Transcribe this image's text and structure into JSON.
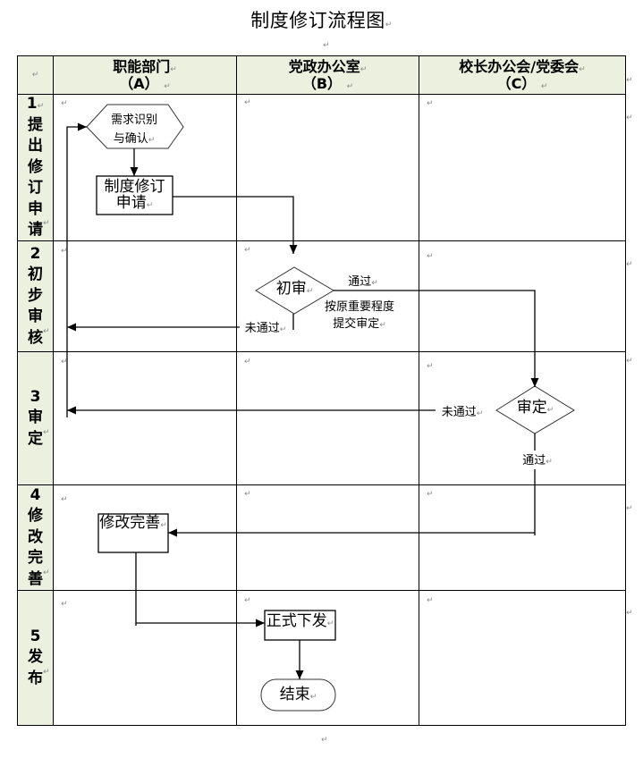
{
  "document": {
    "title": "制度修订流程图",
    "paragraph_mark": "↵"
  },
  "table": {
    "corner": "",
    "headers": [
      {
        "name": "职能部门",
        "code": "（A）"
      },
      {
        "name": "党政办公室",
        "code": "（B）"
      },
      {
        "name": "校长办公会/党委会",
        "code": "（C）"
      }
    ],
    "stages": [
      {
        "number": "1",
        "label": "提出修订申请"
      },
      {
        "number": "2",
        "label": "初步审核"
      },
      {
        "number": "3",
        "label": "审定"
      },
      {
        "number": "4",
        "label": "修改完善"
      },
      {
        "number": "5",
        "label": "发布"
      }
    ],
    "colors": {
      "header_background": "#EBF1DE",
      "border": "#000000"
    }
  },
  "flowchart": {
    "nodes": {
      "identify": {
        "shape": "hexagon",
        "lane": "A",
        "stage": "1",
        "lines": [
          "需求识别",
          "与确认"
        ]
      },
      "request": {
        "shape": "process",
        "lane": "A",
        "stage": "1",
        "lines": [
          "制度修订",
          "申请"
        ]
      },
      "preliminary_review": {
        "shape": "decision",
        "lane": "B",
        "stage": "2",
        "text": "初审"
      },
      "approval": {
        "shape": "decision",
        "lane": "C",
        "stage": "3",
        "text": "审定"
      },
      "revise": {
        "shape": "process",
        "lane": "A",
        "stage": "4",
        "text": "修改完善"
      },
      "publish": {
        "shape": "process",
        "lane": "B",
        "stage": "5",
        "text": "正式下发"
      },
      "end": {
        "shape": "terminator",
        "lane": "B",
        "stage": "5",
        "text": "结束"
      }
    },
    "edges": [
      {
        "from": "identify",
        "to": "request",
        "label": ""
      },
      {
        "from": "request",
        "to": "preliminary_review",
        "label": ""
      },
      {
        "from": "preliminary_review",
        "to": "approval",
        "label": "通过"
      },
      {
        "from": "preliminary_review",
        "to": "identify",
        "label": "未通过"
      },
      {
        "from": "approval",
        "to": "identify",
        "label": "未通过"
      },
      {
        "from": "approval",
        "to": "revise",
        "label": "通过"
      },
      {
        "from": "revise",
        "to": "publish",
        "label": ""
      },
      {
        "from": "publish",
        "to": "end",
        "label": ""
      }
    ],
    "notes": {
      "preliminary_review_note": [
        "按原重要程度",
        "提交审定"
      ]
    }
  }
}
